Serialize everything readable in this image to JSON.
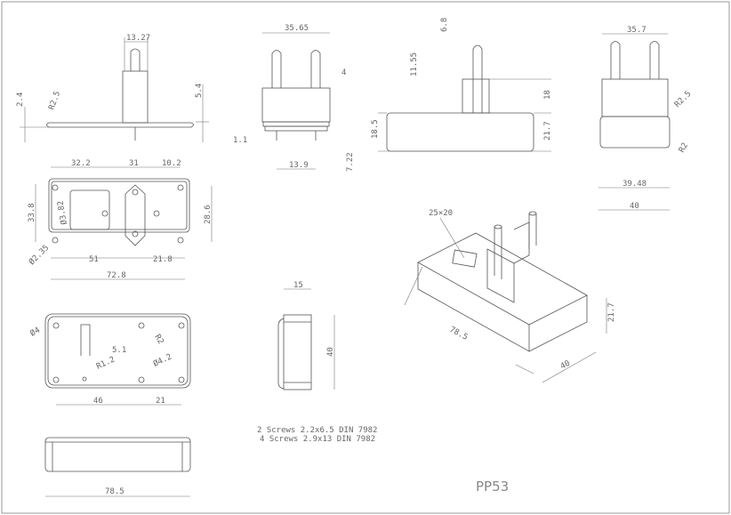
{
  "drawing": {
    "part_number": "PP53",
    "notes": [
      "2 Screws 2.2x6.5 DIN 7982",
      "4 Screws 2.9x13 DIN 7982"
    ],
    "views": {
      "side_top": {
        "pin_width": "13.27",
        "thickness": "2.4",
        "radius": "R2.5",
        "height": "5.4"
      },
      "top": {
        "d1": "32.2",
        "d2": "31",
        "d3": "10.2",
        "height": "33.8",
        "inner_height": "28.6",
        "hole_dia": "Ø3.82",
        "corner_dia": "Ø2.35",
        "d4": "51",
        "d5": "21.8",
        "width": "72.8"
      },
      "front_plug": {
        "width": "35.65",
        "pin": "4",
        "offset": "1.1",
        "pin_spacing": "13.9",
        "pin_len": "7.22"
      },
      "side_plug": {
        "tip": "6.8",
        "pin_len": "11.55",
        "plug_h": "18",
        "body_h": "18.5",
        "total_h": "21.7"
      },
      "right": {
        "width": "35.7",
        "radius1": "R2.5",
        "radius2": "R2",
        "d1": "39.48",
        "d2": "40"
      },
      "bottom": {
        "dia1": "Ø4",
        "r": "R2",
        "slot": "5.1",
        "r2": "R1.2",
        "dia2": "Ø4.2",
        "d1": "46",
        "d2": "21"
      },
      "end": {
        "depth": "15",
        "height": "40"
      },
      "front": {
        "width": "78.5"
      },
      "iso": {
        "label": "25×20",
        "length": "78.5",
        "width": "40",
        "height": "21.7"
      }
    }
  }
}
